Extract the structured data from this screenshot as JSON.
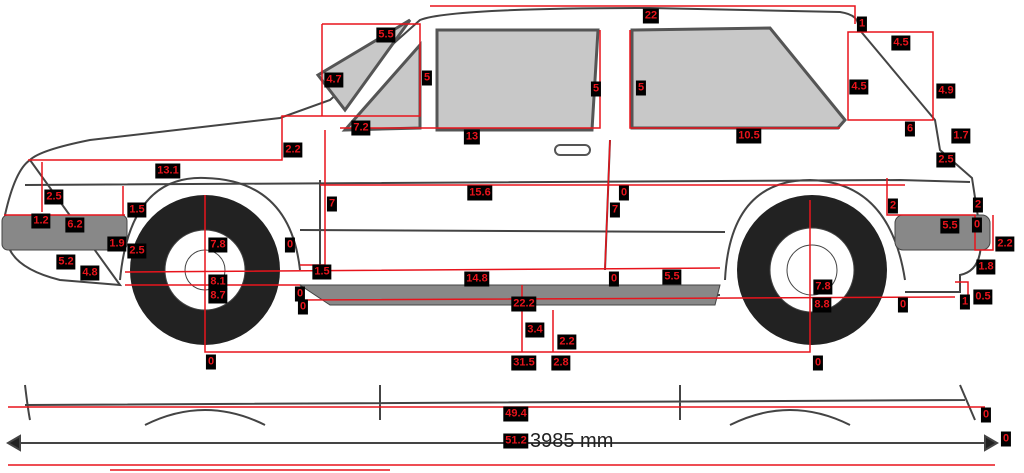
{
  "diagram": {
    "overall_length_text": "3985 mm",
    "colors": {
      "measure_line": "#e8141c",
      "label_bg": "#000000",
      "label_text": "#e8141c",
      "glass": "#c8c8c8",
      "tire": "#222222"
    },
    "labels": [
      "5.5",
      "4.7",
      "5",
      "7.2",
      "13",
      "2.2",
      "13.1",
      "2.5",
      "15.6",
      "7",
      "1.5",
      "1.2",
      "6.2",
      "1.9",
      "2.5",
      "7.8",
      "0",
      "5.2",
      "4.8",
      "1.5",
      "14.8",
      "8.1",
      "8.7",
      "0",
      "0",
      "0",
      "22",
      "1",
      "4.5",
      "5",
      "5",
      "4.5",
      "4.9",
      "10.5",
      "6",
      "1.7",
      "2.5",
      "0",
      "7",
      "2",
      "2",
      "5.5",
      "0",
      "2.2",
      "1.8",
      "0",
      "5.5",
      "7.8",
      "0.5",
      "22.2",
      "8.8",
      "0",
      "1",
      "3.4",
      "2.2",
      "31.5",
      "2.8",
      "0",
      "49.4",
      "0",
      "51.2",
      "0"
    ]
  }
}
